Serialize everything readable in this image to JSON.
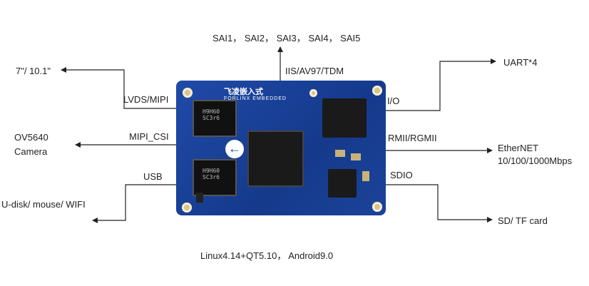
{
  "labels": {
    "sai": "SAI1， SAI2， SAI3， SAI4， SAI5",
    "iis": "IIS/AV97/TDM",
    "display": "7\"/ 10.1\"",
    "lvds": "LVDS/MIPI",
    "camera_sensor": "OV5640",
    "camera": "Camera",
    "mipi_csi": "MIPI_CSI",
    "usb": "USB",
    "usb_devices": "U-disk/ mouse/ WIFI",
    "uart": "UART*4",
    "io": "I/O",
    "rmii": "RMII/RGMII",
    "ethernet": "EtherNET",
    "ethernet_speed": "10/100/1000Mbps",
    "sdio": "SDIO",
    "sd": "SD/ TF card",
    "os": "Linux4.14+QT5.10， Android9.0"
  },
  "board": {
    "logo_cn": "飞凌嵌入式",
    "logo_en": "FORLINX EMBEDDED"
  },
  "colors": {
    "board": "#1b4399",
    "line": "#222222"
  }
}
